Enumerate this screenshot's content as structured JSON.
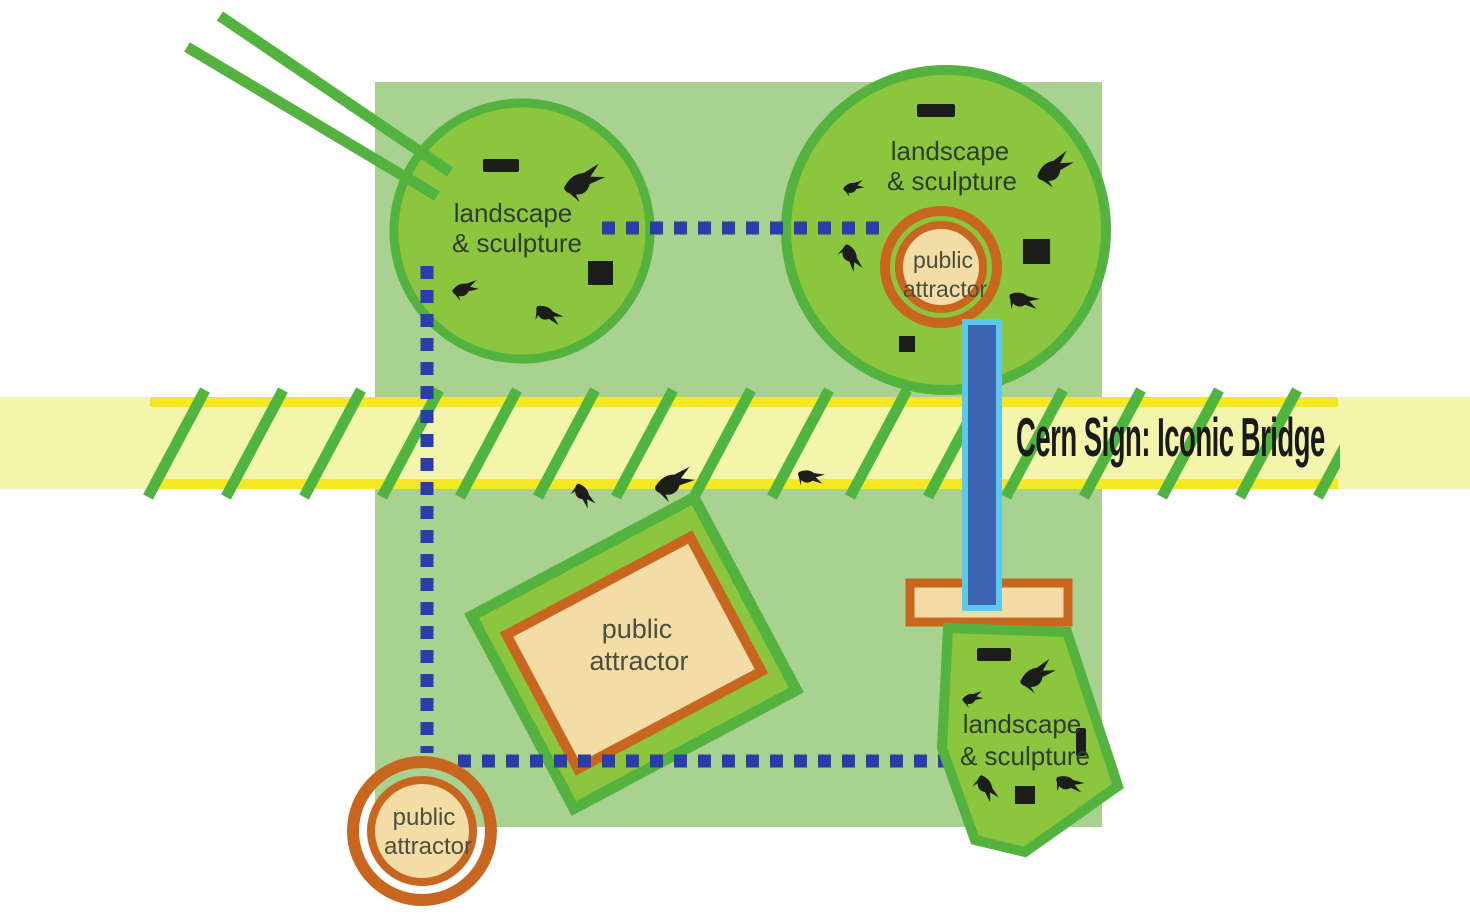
{
  "diagram": {
    "title": "Cern Sign: Iconic Bridge",
    "zones": [
      {
        "id": "landscape-circle-top-left",
        "label_line1": "landscape",
        "label_line2": "& sculpture"
      },
      {
        "id": "landscape-circle-top-right",
        "label_line1": "landscape",
        "label_line2": "& sculpture"
      },
      {
        "id": "public-attractor-top",
        "label_line1": "public",
        "label_line2": "attractor"
      },
      {
        "id": "public-attractor-center",
        "label_line1": "public",
        "label_line2": "attractor"
      },
      {
        "id": "public-attractor-bottom-left",
        "label_line1": "public",
        "label_line2": "attractor"
      },
      {
        "id": "landscape-polygon-bottom-right",
        "label_line1": "landscape",
        "label_line2": "& sculpture"
      }
    ]
  },
  "colors": {
    "site_bg": "#a9d18f",
    "zone_fill": "#8cc63f",
    "zone_stroke": "#54b23f",
    "band_fill": "#f3f5ad",
    "band_edge": "#f6e723",
    "hatch_green": "#50b441",
    "ring_orange": "#c8661f",
    "attractor_fill": "#f4dca6",
    "dotted_blue": "#2b3dab",
    "bridge_fill": "#3a63b0",
    "bridge_edge": "#5bc8ec",
    "marker_black": "#1d1d1b",
    "zone_text": "#2f3e2a",
    "attractor_text": "#4b4f3e",
    "title_text": "#1a1a1a"
  }
}
